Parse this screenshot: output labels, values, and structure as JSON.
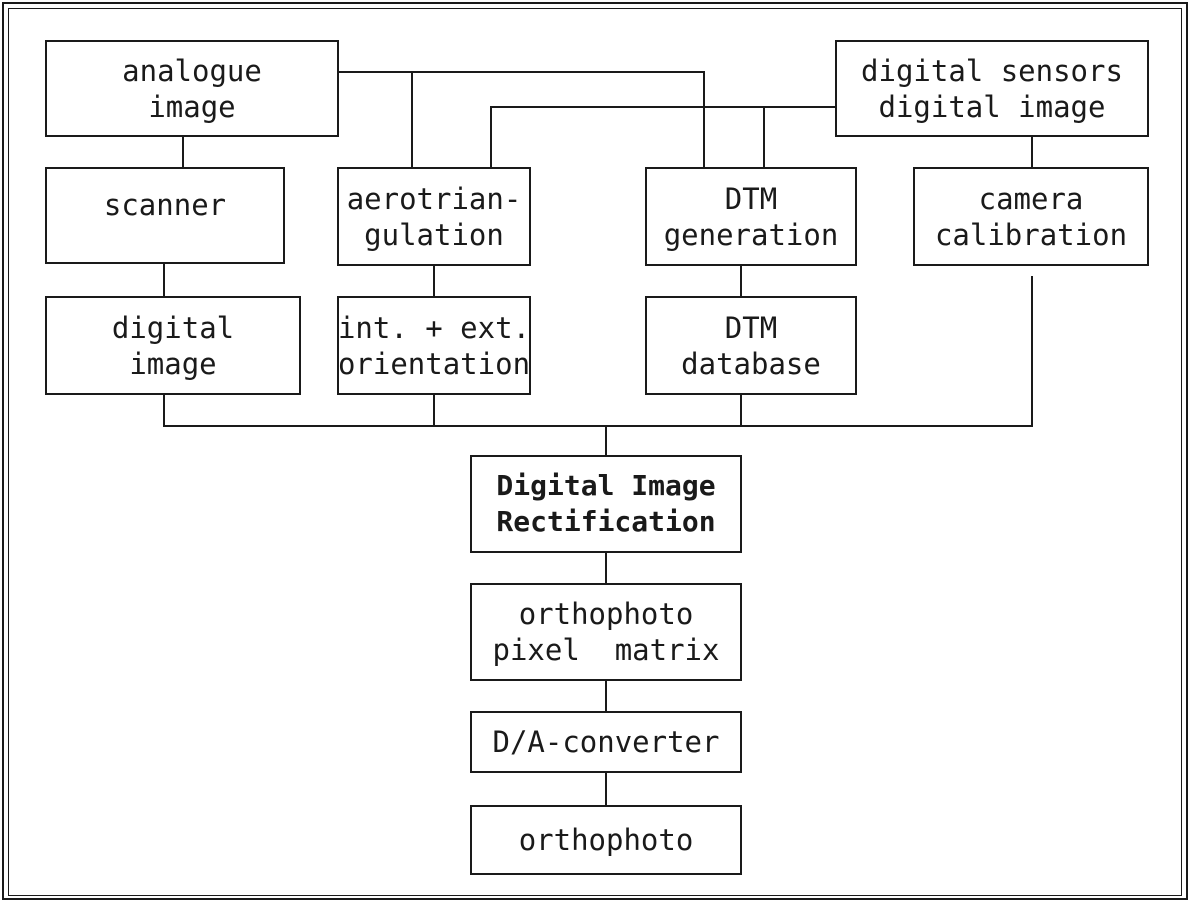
{
  "diagram": {
    "nodes": {
      "analogue_image": [
        "analogue",
        "image"
      ],
      "digital_sensors": [
        "digital sensors",
        "digital image"
      ],
      "scanner": [
        "scanner"
      ],
      "aerotriangulation": [
        "aerotrian-",
        "gulation"
      ],
      "dtm_generation": [
        "DTM",
        "generation"
      ],
      "camera_calibration": [
        "camera",
        "calibration"
      ],
      "digital_image": [
        "digital",
        "image"
      ],
      "orientation": [
        "int. + ext.",
        "orientation"
      ],
      "dtm_database": [
        "DTM",
        "database"
      ],
      "rectification": [
        "Digital Image",
        "Rectification"
      ],
      "pixel_matrix": [
        "orthophoto",
        "pixel  matrix"
      ],
      "converter": [
        "D/A-converter"
      ],
      "orthophoto": [
        "orthophoto"
      ]
    }
  }
}
